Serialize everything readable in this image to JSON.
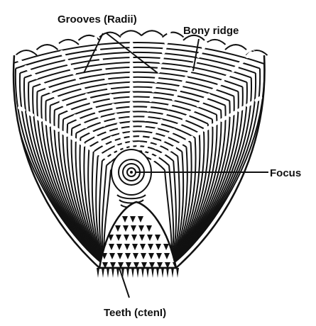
{
  "figure": {
    "labels": {
      "grooves": "Grooves (Radii)",
      "bony_ridge": "Bony ridge",
      "focus": "Focus",
      "teeth": "Teeth (ctenI)"
    },
    "ink_color": "#111111",
    "background_color": "#ffffff"
  }
}
